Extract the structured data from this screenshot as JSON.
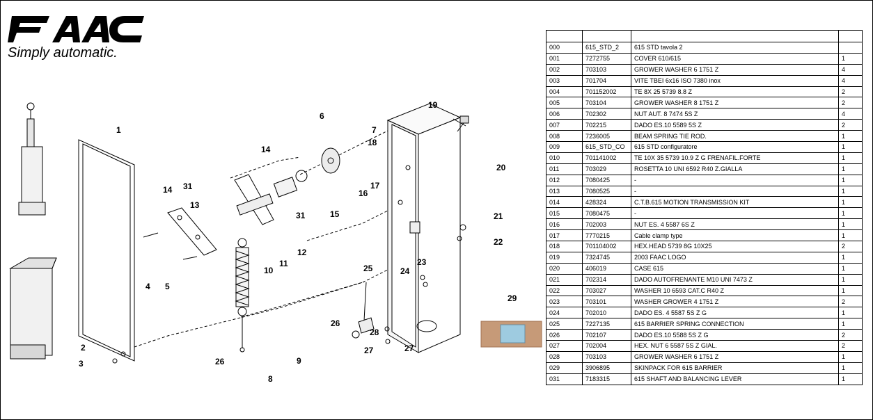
{
  "brand": {
    "logo": "FAAC",
    "tagline": "Simply automatic."
  },
  "callouts": [
    "1",
    "2",
    "3",
    "4",
    "5",
    "6",
    "7",
    "8",
    "9",
    "10",
    "11",
    "12",
    "13",
    "14",
    "14",
    "15",
    "16",
    "17",
    "18",
    "19",
    "20",
    "21",
    "22",
    "23",
    "24",
    "25",
    "26",
    "26",
    "27",
    "27",
    "28",
    "29",
    "31",
    "31"
  ],
  "table": {
    "headers": [
      "",
      "",
      "",
      ""
    ],
    "rows": [
      [
        "000",
        "615_STD_2",
        "615 STD tavola 2",
        ""
      ],
      [
        "001",
        "7272755",
        "COVER 610/615",
        "1"
      ],
      [
        "002",
        "703103",
        "GROWER WASHER 6 1751 Z",
        "4"
      ],
      [
        "003",
        "701704",
        "VITE TBEI 6x16 ISO 7380 inox",
        "4"
      ],
      [
        "004",
        "701152002",
        "TE 8X 25 5739 8.8 Z",
        "2"
      ],
      [
        "005",
        "703104",
        "GROWER WASHER 8 1751 Z",
        "2"
      ],
      [
        "006",
        "702302",
        "NUT AUT. 8 7474 5S Z",
        "4"
      ],
      [
        "007",
        "702215",
        "DADO ES.10 5589 5S Z",
        "2"
      ],
      [
        "008",
        "7236005",
        "BEAM SPRING TIE ROD.",
        "1"
      ],
      [
        "009",
        "615_STD_CO",
        "615 STD configuratore",
        "1"
      ],
      [
        "010",
        "701141002",
        "TE 10X 35 5739 10.9 Z G FRENAFIL.FORTE",
        "1"
      ],
      [
        "011",
        "703029",
        "ROSETTA 10 UNI 6592 R40 Z.GIALLA",
        "1"
      ],
      [
        "012",
        "7080425",
        "-",
        "1"
      ],
      [
        "013",
        "7080525",
        "-",
        "1"
      ],
      [
        "014",
        "428324",
        "C.T.B.615 MOTION TRANSMISSION KIT",
        "1"
      ],
      [
        "015",
        "7080475",
        "-",
        "1"
      ],
      [
        "016",
        "702003",
        "NUT ES. 4 5587 6S Z",
        "1"
      ],
      [
        "017",
        "7770215",
        "Cable clamp type",
        "1"
      ],
      [
        "018",
        "701104002",
        "HEX.HEAD 5739 8G 10X25",
        "2"
      ],
      [
        "019",
        "7324745",
        "2003 FAAC LOGO",
        "1"
      ],
      [
        "020",
        "406019",
        "CASE 615",
        "1"
      ],
      [
        "021",
        "702314",
        "DADO AUTOFRENANTE M10 UNI 7473 Z",
        "1"
      ],
      [
        "022",
        "703027",
        "WASHER 10 6593 CAT.C R40 Z",
        "1"
      ],
      [
        "023",
        "703101",
        "WASHER GROWER 4 1751 Z",
        "2"
      ],
      [
        "024",
        "702010",
        "DADO ES. 4 5587 5S Z G",
        "1"
      ],
      [
        "025",
        "7227135",
        "615 BARRIER SPRING CONNECTION",
        "1"
      ],
      [
        "026",
        "702107",
        "DADO ES.10 5588 5S Z G",
        "2"
      ],
      [
        "027",
        "702004",
        "HEX. NUT 6 5587 5S Z GIAL.",
        "2"
      ],
      [
        "028",
        "703103",
        "GROWER WASHER 6 1751 Z",
        "1"
      ],
      [
        "029",
        "3906895",
        "SKINPACK FOR 615 BARRIER",
        "1"
      ],
      [
        "031",
        "7183315",
        "615 SHAFT AND BALANCING LEVER",
        "1"
      ]
    ]
  }
}
